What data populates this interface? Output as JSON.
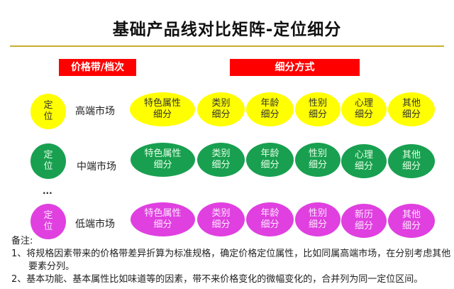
{
  "title": "基础产品线对比矩阵-定位细分",
  "headers": {
    "price_band": "价格带/档次",
    "segmentation": "细分方式"
  },
  "colors": {
    "rule": "#c8b030",
    "header_bg": "#ff0000",
    "high": "#ffff00",
    "mid": "#18a050",
    "low": "#e040e0"
  },
  "rows": [
    {
      "position": "定\n位",
      "market": "高端市场",
      "segments": [
        "特色属性\n细分",
        "类别\n细分",
        "年龄\n细分",
        "性别\n细分",
        "心理\n细分",
        "其他\n细分"
      ]
    },
    {
      "position": "定\n位",
      "market": "中端市场",
      "segments": [
        "特色属性\n细分",
        "类别\n细分",
        "年龄\n细分",
        "性别\n细分",
        "心理\n细分",
        "其他\n细分"
      ]
    },
    {
      "position": "定\n位",
      "market": "低端市场",
      "segments": [
        "特色属性\n细分",
        "类别\n细分",
        "年龄\n细分",
        "性别\n细分",
        "新历\n细分",
        "其他\n细分"
      ]
    }
  ],
  "ellipsis": "...",
  "notes": {
    "heading": "备注:",
    "items": [
      "1、将规格因素带来的价格带差异折算为标准规格，确定价格定位属性，比如同属高端市场，在分别考虑其他要素分列。",
      "2、基本功能、基本属性比如味道等的因素，带不来价格变化的微幅变化的，合并列为同一定位区间。"
    ]
  }
}
